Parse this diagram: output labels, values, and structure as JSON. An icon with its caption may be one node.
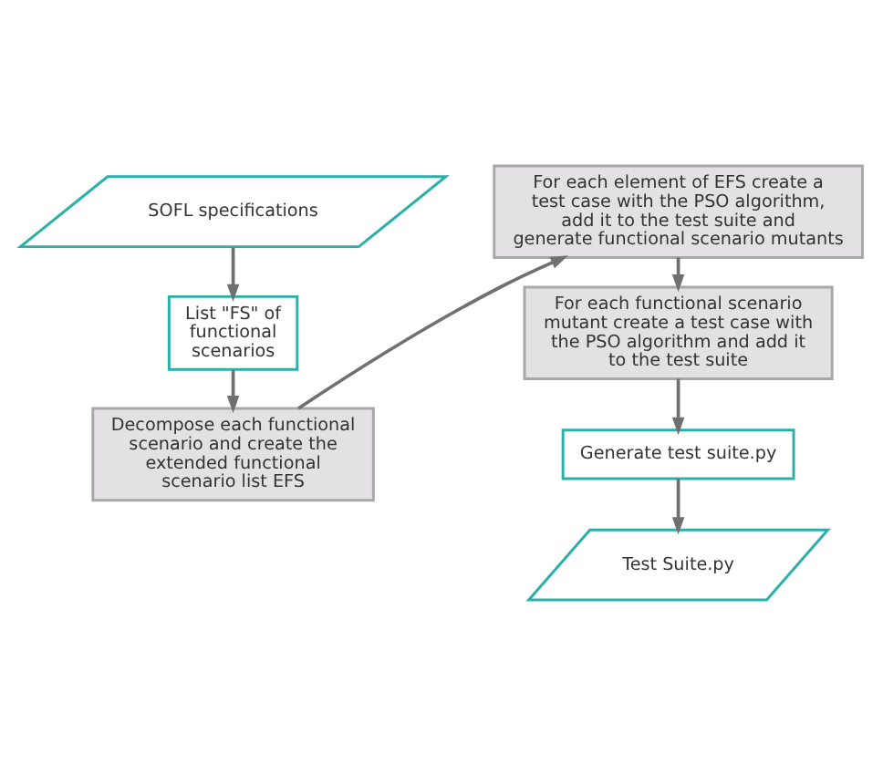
{
  "diagram": {
    "nodes": [
      {
        "text": [
          "SOFL specifications"
        ]
      },
      {
        "text": [
          "List \"FS\" of functional scenarios"
        ]
      },
      {
        "text": [
          "Decompose each functional scenario and create the extended functional scenario list EFS"
        ]
      },
      {
        "text": [
          "For each element of EFS create a test case with the PSO algorithm, add it to the test suite and generate functional scenario mutants"
        ]
      },
      {
        "text": [
          "For each functional scenario mutant create a test case with the PSO algorithm and add it to the test suite"
        ]
      },
      {
        "text": [
          "Generate test suite.py"
        ]
      },
      {
        "text": [
          "Test Suite.py"
        ]
      }
    ],
    "edges": [
      {
        "from": 0,
        "to": 1,
        "arrow": "to"
      },
      {
        "from": 1,
        "to": 2,
        "arrow": "to"
      },
      {
        "from": 2,
        "to": 3,
        "arrow": "to"
      },
      {
        "from": 3,
        "to": 4,
        "arrow": "to"
      },
      {
        "from": 4,
        "to": 5,
        "arrow": "to"
      },
      {
        "from": 5,
        "to": 6,
        "arrow": "to"
      }
    ]
  }
}
